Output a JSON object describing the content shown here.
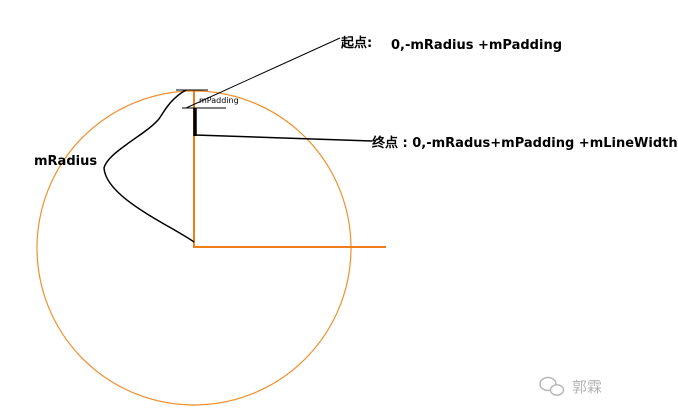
{
  "labels": {
    "start_label": "起点:",
    "start_formula": "0,-mRadius +mPadding",
    "end_label": "终点 : 0,-mRadus+mPadding +mLineWidth",
    "radius_label": "mRadius",
    "padding_label": "mPadding"
  },
  "watermark": {
    "text": "郭霖",
    "icon": "wechat-icon"
  },
  "colors": {
    "circle": "#f0902e",
    "axis": "#ef7d1a",
    "line": "#000000",
    "watermark": "#b5b5b5"
  }
}
